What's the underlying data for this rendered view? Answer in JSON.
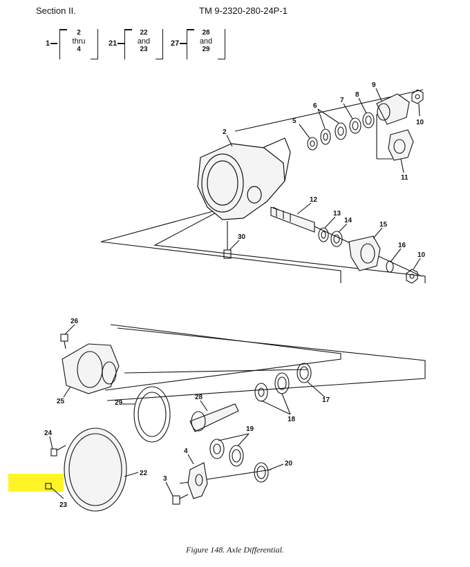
{
  "header": {
    "section": "Section II.",
    "tm": "TM 9-2320-280-24P-1"
  },
  "ref_boxes": [
    {
      "lead": "1",
      "line1": "2",
      "line2": "thru",
      "line3": "4"
    },
    {
      "lead": "21",
      "line1": "22",
      "line2": "and",
      "line3": "23"
    },
    {
      "lead": "27",
      "line1": "28",
      "line2": "and",
      "line3": "29"
    }
  ],
  "callouts": {
    "c2": "2",
    "c3": "3",
    "c4": "4",
    "c5": "5",
    "c6": "6",
    "c7": "7",
    "c8": "8",
    "c9": "9",
    "c10a": "10",
    "c10b": "10",
    "c11": "11",
    "c12": "12",
    "c13": "13",
    "c14": "14",
    "c15": "15",
    "c16": "16",
    "c17": "17",
    "c18": "18",
    "c19": "19",
    "c20": "20",
    "c22": "22",
    "c23": "23",
    "c24": "24",
    "c25": "25",
    "c26": "26",
    "c28": "28",
    "c29": "29",
    "c30": "30"
  },
  "caption": "Figure 148.  Axle Differential.",
  "highlight": {
    "color": "#fff200",
    "target_callout": "23"
  }
}
